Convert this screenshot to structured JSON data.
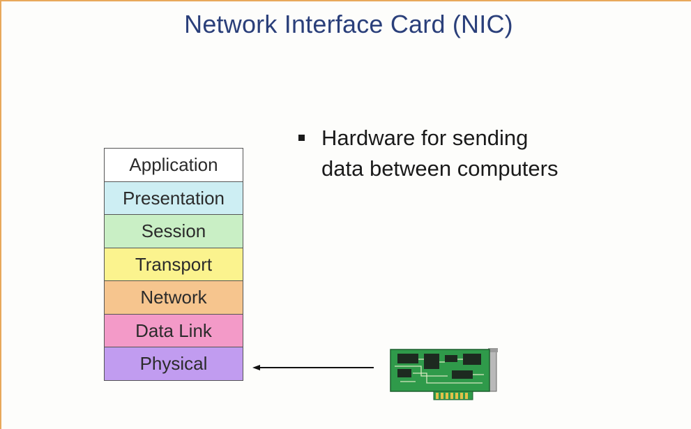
{
  "slide": {
    "title": "Network Interface Card (NIC)",
    "bullet": "Hardware for sending\ndata between computers"
  },
  "osi_layers": [
    {
      "label": "Application",
      "color": "#ffffff"
    },
    {
      "label": "Presentation",
      "color": "#cdeef3"
    },
    {
      "label": "Session",
      "color": "#c9efc5"
    },
    {
      "label": "Transport",
      "color": "#fbf38e"
    },
    {
      "label": "Network",
      "color": "#f6c58e"
    },
    {
      "label": "Data Link",
      "color": "#f39ac8"
    },
    {
      "label": "Physical",
      "color": "#c19cf0"
    }
  ],
  "colors": {
    "title": "#2a3f7a",
    "accent_rule": "#e8a85a",
    "nic_board": "#2f9a4a"
  },
  "icons": {
    "nic_image": "network-interface-card-icon",
    "pointer": "arrow-left-icon"
  }
}
